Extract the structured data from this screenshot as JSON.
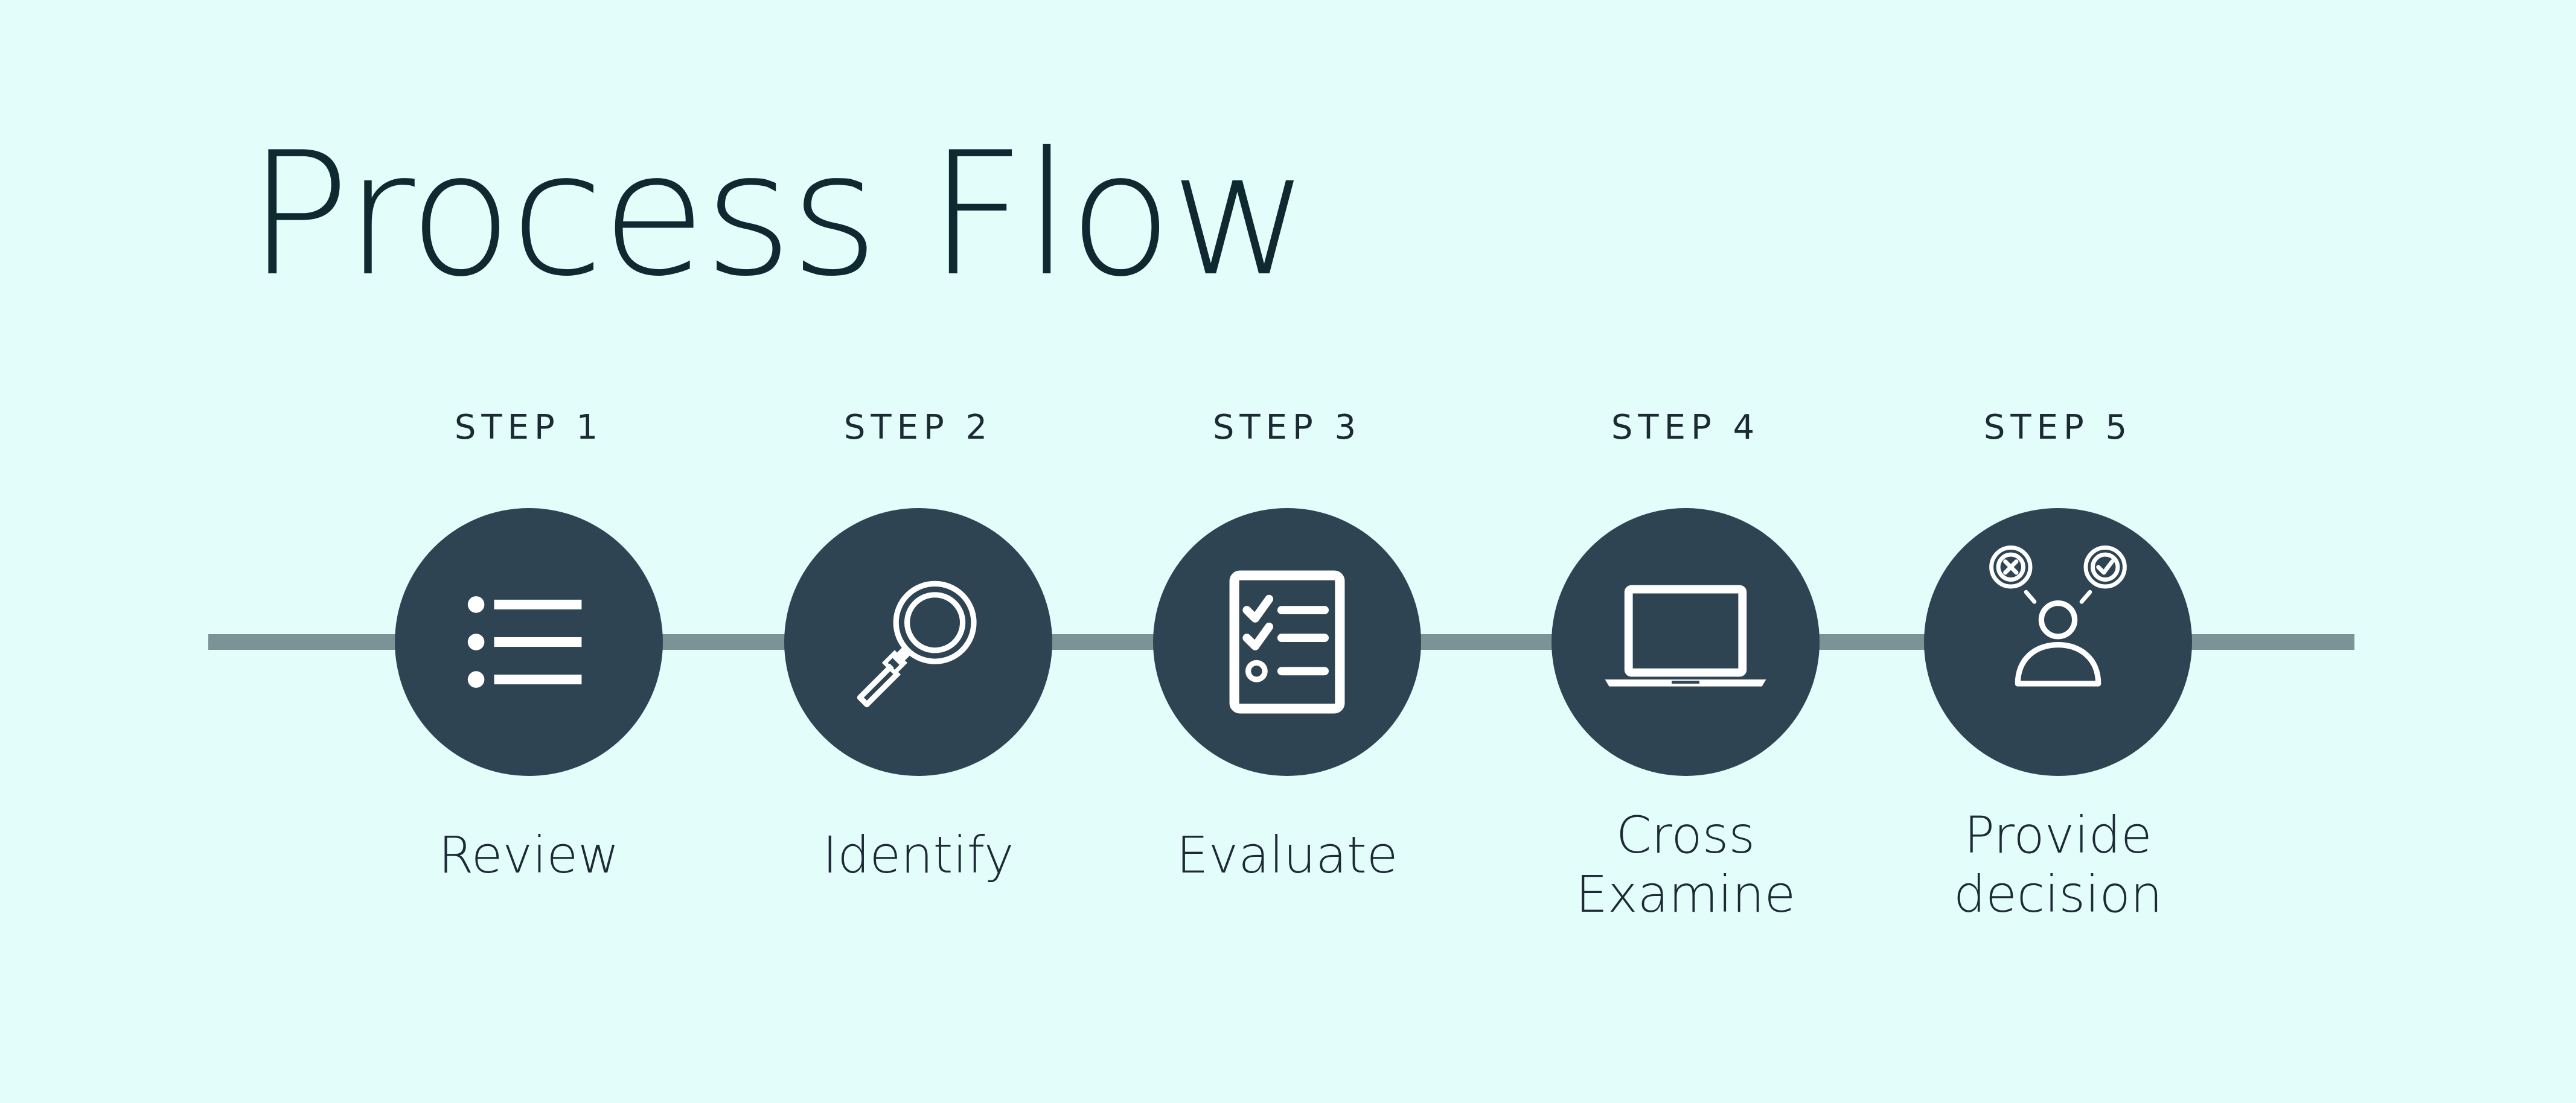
{
  "title": "Process Flow",
  "steps": [
    {
      "step_label": "STEP 1",
      "caption_lines": [
        "Review"
      ],
      "icon": "list-icon"
    },
    {
      "step_label": "STEP 2",
      "caption_lines": [
        "Identify"
      ],
      "icon": "magnifying-glass-icon"
    },
    {
      "step_label": "STEP 3",
      "caption_lines": [
        "Evaluate"
      ],
      "icon": "checklist-icon"
    },
    {
      "step_label": "STEP 4",
      "caption_lines": [
        "Cross",
        "Examine"
      ],
      "icon": "laptop-icon"
    },
    {
      "step_label": "STEP 5",
      "caption_lines": [
        "Provide",
        "decision"
      ],
      "icon": "decision-person-icon"
    }
  ],
  "colors": {
    "background": "#E3FDFB",
    "circle": "#2E4453",
    "connector": "#7B9296",
    "text": "#1B2A33",
    "icon": "#FFFFFF"
  }
}
